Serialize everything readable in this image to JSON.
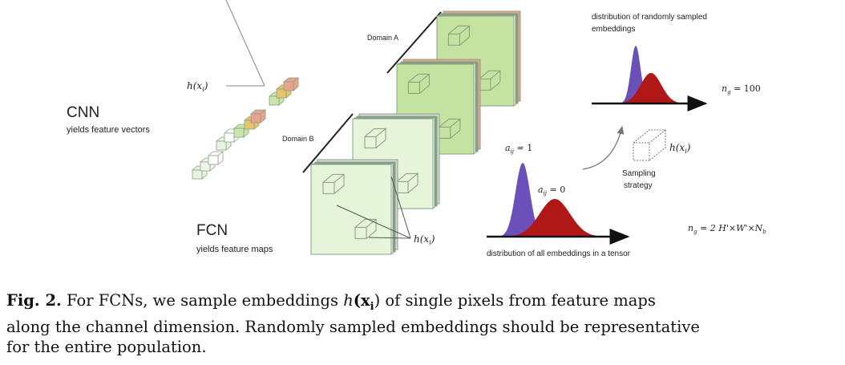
{
  "figure": {
    "cnn_title": "CNN",
    "cnn_subtitle": "yields feature vectors",
    "fcn_title": "FCN",
    "fcn_subtitle": "yields feature maps",
    "hx_label": "h(x",
    "hx_sub": "i",
    "hx_close": ")",
    "domain_a": "Domain A",
    "domain_b": "Domain B",
    "top_dist_title_1": "distribution of randomly sampled",
    "top_dist_title_2": "embeddings",
    "ng_top": "n",
    "ng_sub": "g",
    "ng_top_value": " = 100",
    "ng_bottom_value": " = 2 H'×W'×N",
    "ng_bottom_sub": "b",
    "a1_label": "a",
    "a_sub": "ij",
    "a1_value": " = 1",
    "a0_value": " = 0",
    "sampling_1": "Sampling",
    "sampling_2": "strategy",
    "bottom_dist_title": "distribution of all embeddings in a tensor",
    "colors": {
      "purple": "#6a50b8",
      "red": "#b01818",
      "green_dark": "#c5e3a0",
      "green_light": "#e6f4da",
      "salmon": "#e6a58a"
    }
  },
  "caption": {
    "label": "Fig. 2.",
    "line1_a": " For FCNs, we sample embeddings ",
    "line1_math": "h",
    "line1_math2": "(x",
    "line1_sub": "i",
    "line1_close": ")",
    "line1_b": " of single pixels from feature maps",
    "line2": "along the channel dimension. Randomly sampled embeddings should be representative",
    "line3": "for the entire population."
  }
}
